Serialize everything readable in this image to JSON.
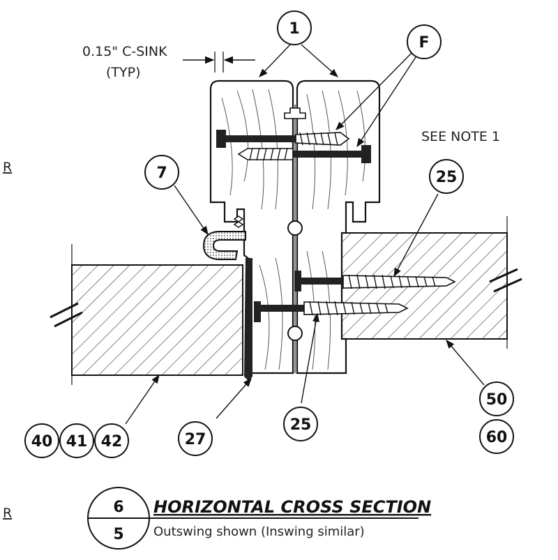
{
  "annotations": {
    "csink_line1": "0.15\" C-SINK",
    "csink_line2": "(TYP)",
    "see_note": "SEE NOTE 1",
    "margin_r_top": "R",
    "margin_r_bottom": "R"
  },
  "callouts": {
    "c1": "1",
    "cF": "F",
    "c7": "7",
    "c25_top": "25",
    "c25_bottom": "25",
    "c27": "27",
    "c40": "40",
    "c41": "41",
    "c42": "42",
    "c50": "50",
    "c60": "60"
  },
  "title_block": {
    "detail_number": "6",
    "sheet_number": "5",
    "title": "HORIZONTAL CROSS SECTION",
    "subtitle": "Outswing shown (Inswing similar)"
  }
}
